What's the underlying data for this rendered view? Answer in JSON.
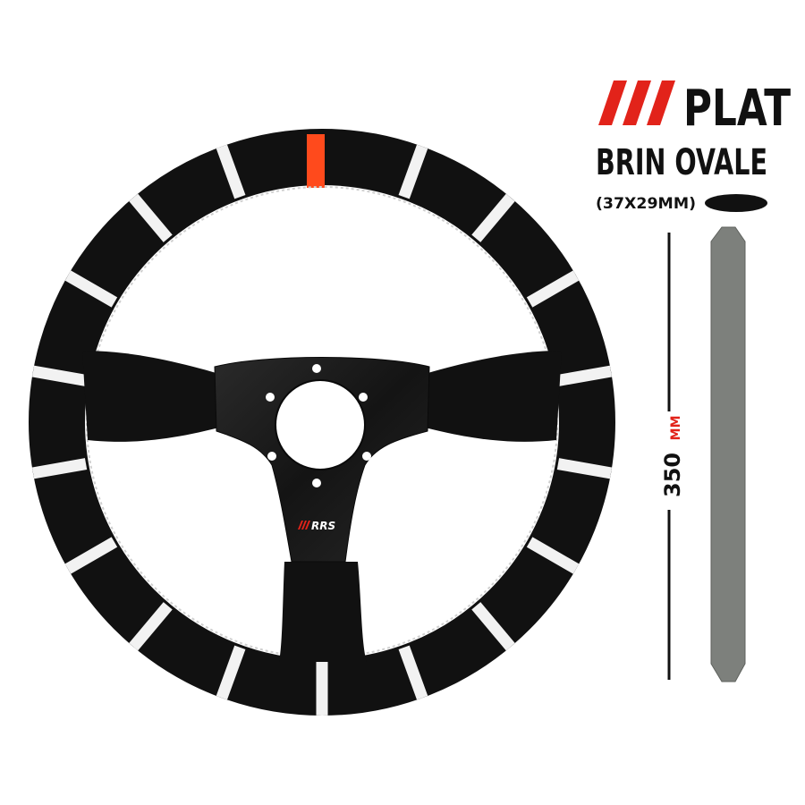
{
  "header": {
    "title": "PLAT",
    "subtitle": "BRIN OVALE",
    "dimensions": "(37X29MM)"
  },
  "measurement": {
    "value": "350",
    "unit": "MM"
  },
  "hub": {
    "logo_text": "RRS"
  },
  "colors": {
    "suede": "#111111",
    "marker": "#f2f2f2",
    "accent": "#e2231a",
    "stripe_top": "#ff4a1c",
    "spoke": "#1c1c1c",
    "profile": "#7d807c",
    "ink": "#111111"
  }
}
